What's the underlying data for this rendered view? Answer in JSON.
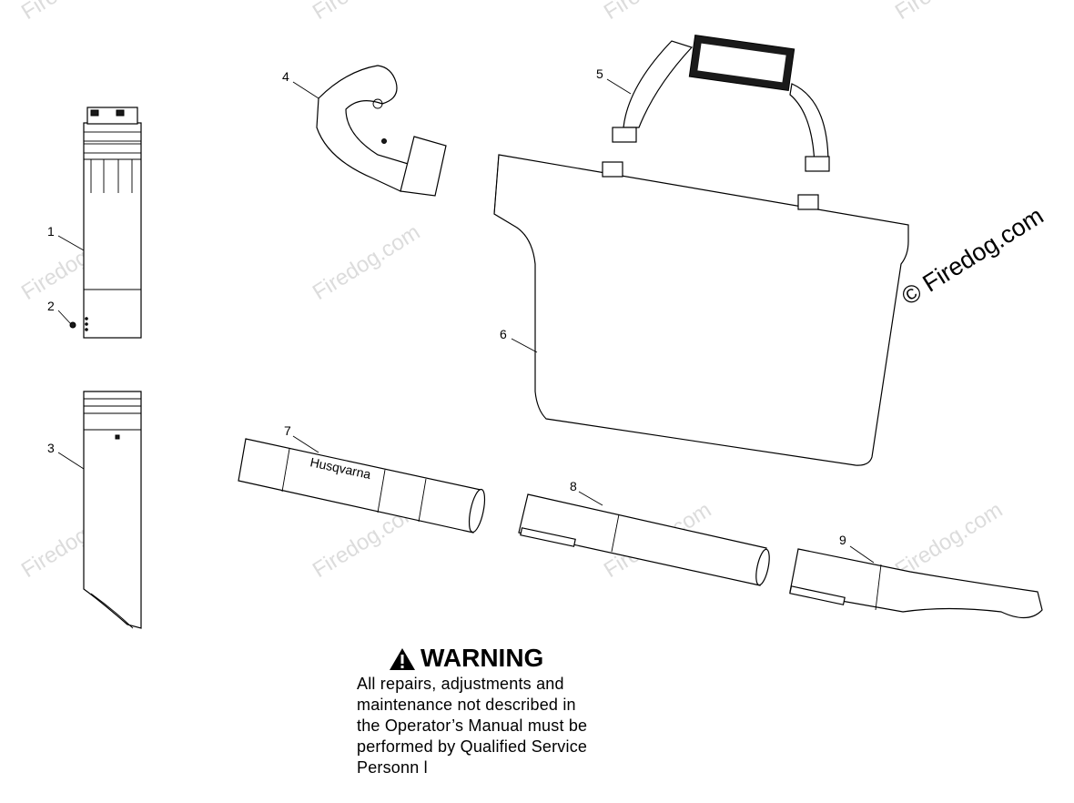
{
  "callouts": [
    "1",
    "2",
    "3",
    "4",
    "5",
    "6",
    "7",
    "8",
    "9"
  ],
  "brand_label": "Husqvarna",
  "watermark": {
    "text": "Firedog.com",
    "primary": "© Firedog.com"
  },
  "warning": {
    "title": "WARNING",
    "lines": "All repairs, adjustments and\nmaintenance not described in\nthe Operator’s Manual must be\nperformed by Qualified Service\nPersonn   l"
  },
  "colors": {
    "line": "#000000",
    "watermark": "#dcdcdc",
    "background": "#ffffff"
  }
}
